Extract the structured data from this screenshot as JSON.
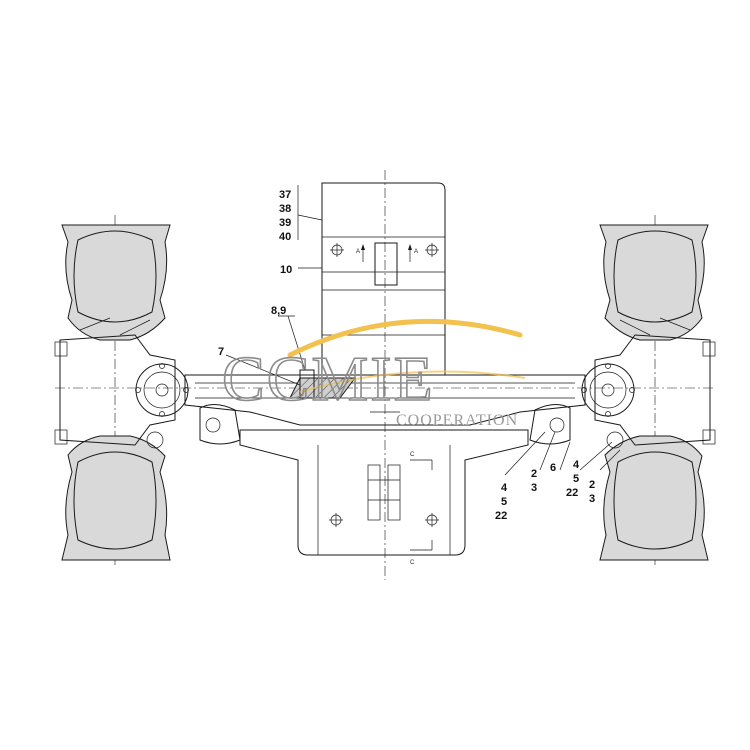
{
  "drawing": {
    "title": "",
    "callouts": {
      "c37": "37",
      "c38": "38",
      "c39": "39",
      "c40": "40",
      "c10": "10",
      "c89": "8,9",
      "c7": "7",
      "c6": "6",
      "group_left_4": "4",
      "group_left_5": "5",
      "group_left_22": "22",
      "group_left_2": "2",
      "group_left_3": "3",
      "group_right_4": "4",
      "group_right_5": "5",
      "group_right_22": "22",
      "group_right_2": "2",
      "group_right_3": "3"
    },
    "section_marks": {
      "a_left": "A",
      "a_right": "A",
      "c_top": "C",
      "c_bottom": "C"
    }
  },
  "watermark": {
    "brand": "CCMIE",
    "tagline": "COOPERATION",
    "colors": {
      "swoosh": "#f2c14e",
      "text": "#8c8c8c"
    }
  }
}
